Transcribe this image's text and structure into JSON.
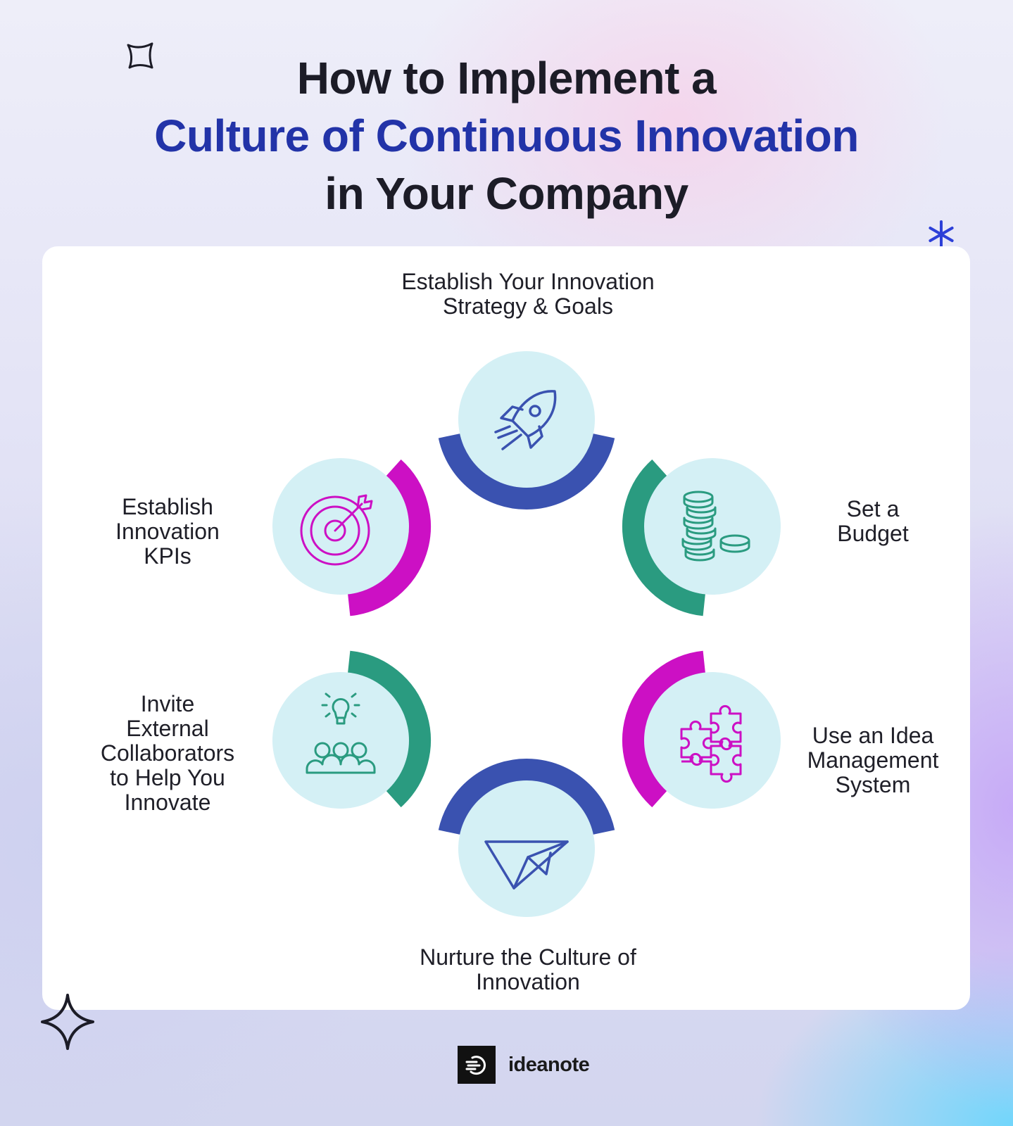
{
  "title": {
    "line1": "How to Implement a",
    "line2": "Culture of Continuous Innovation",
    "line3": "in Your Company"
  },
  "steps": [
    {
      "label": "Establish Your Innovation\nStrategy & Goals",
      "icon": "rocket-icon",
      "color": "#3a52b0"
    },
    {
      "label": "Set a\nBudget",
      "icon": "coins-icon",
      "color": "#2a9b80"
    },
    {
      "label": "Use an Idea\nManagement\nSystem",
      "icon": "puzzle-icon",
      "color": "#cc10c4"
    },
    {
      "label": "Nurture the Culture of\nInnovation",
      "icon": "paper-plane-icon",
      "color": "#3a52b0"
    },
    {
      "label": "Invite\nExternal\nCollaborators\nto Help You\nInnovate",
      "icon": "team-idea-icon",
      "color": "#2a9b80"
    },
    {
      "label": "Establish\nInnovation\nKPIs",
      "icon": "target-icon",
      "color": "#cc10c4"
    }
  ],
  "colors": {
    "circle_fill": "#d4f0f5",
    "title_accent": "#2233a8",
    "title_dark": "#1c1c27"
  },
  "brand": {
    "name": "ideanote"
  }
}
